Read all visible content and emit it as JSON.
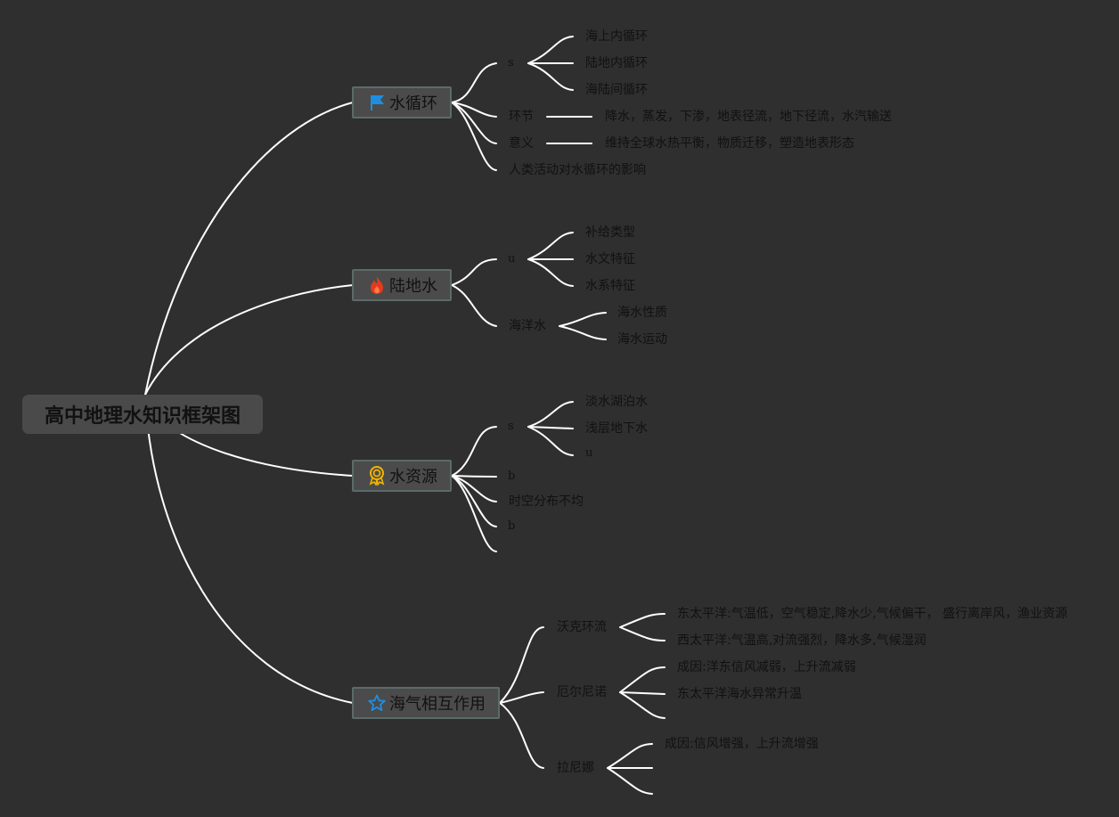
{
  "central": {
    "title": "高中地理水知识框架图"
  },
  "topics": {
    "water_cycle": {
      "label": "水循环",
      "icon": "flag-icon",
      "items": {
        "s": "s",
        "s_children": [
          "海上内循环",
          "陆地内循环",
          "海陆间循环"
        ],
        "links": "环节",
        "links_detail": "降水，蒸发，下渗，地表径流，地下径流，水汽输送",
        "meaning": "意义",
        "meaning_detail": "维持全球水热平衡，物质迁移，塑造地表形态",
        "human": "人类活动对水循环的影响"
      }
    },
    "land_water": {
      "label": "陆地水",
      "icon": "fire-icon",
      "items": {
        "u": "u",
        "u_children": [
          "补给类型",
          "水文特征",
          "水系特征"
        ],
        "ocean": "海洋水",
        "ocean_children": [
          "海水性质",
          "海水运动"
        ]
      }
    },
    "water_resources": {
      "label": "水资源",
      "icon": "award-icon",
      "items": {
        "s": "s",
        "s_children": [
          "淡水湖泊水",
          "浅层地下水",
          "u"
        ],
        "b1": "b",
        "uneven": "时空分布不均",
        "b2": "b"
      }
    },
    "air_sea": {
      "label": "海气相互作用",
      "icon": "star-icon",
      "items": {
        "walker": "沃克环流",
        "walker_children": [
          "东太平洋:气温低，空气稳定,降水少,气候偏干， 盛行离岸风，渔业资源",
          "西太平洋:气温高,对流强烈，降水多,气候湿润"
        ],
        "el_nino": "厄尔尼诺",
        "el_nino_children": [
          "成因:洋东信风减弱，上升流减弱",
          "东太平洋海水异常升温"
        ],
        "la_nina": "拉尼娜",
        "la_nina_children": [
          "成因:信风增强，上升流增强"
        ]
      }
    }
  },
  "colors": {
    "background": "#2f2f2f",
    "line": "#ffffff",
    "flag": "#1e8fe0",
    "fire": "#e23b1e",
    "award": "#f0b400",
    "star": "#1e8fe0"
  }
}
